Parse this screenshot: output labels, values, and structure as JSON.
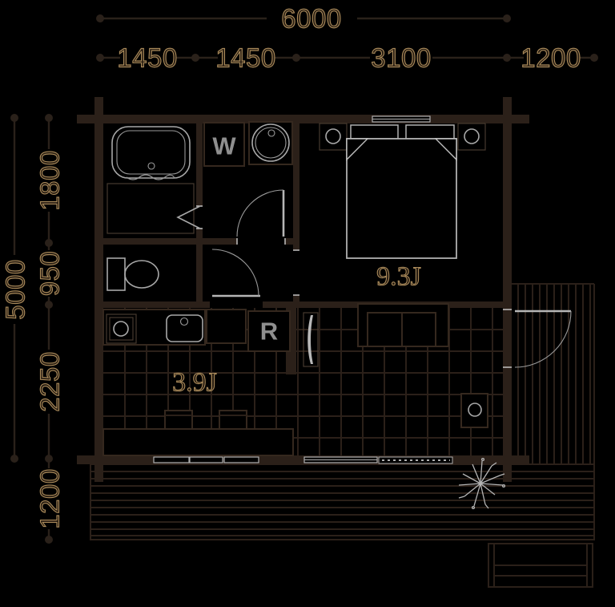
{
  "plan": {
    "type": "floor-plan",
    "unit": "mm"
  },
  "colors": {
    "background": "#000000",
    "wall": "#2b2019",
    "fixture_gray": "#a8a8a8",
    "dimension_gold": "#a8895a",
    "appliance_gray": "#8f8f8f"
  },
  "dimensions_top": {
    "overall": "6000",
    "segments": [
      "1450",
      "1450",
      "3100",
      "1200"
    ]
  },
  "dimensions_left": {
    "overall": "5000",
    "segments": [
      "1800",
      "950",
      "2250",
      "1200"
    ]
  },
  "rooms": {
    "bedroom_label": "9.3J",
    "kitchen_label": "3.9J"
  },
  "appliances": {
    "washer_label": "W",
    "fridge_label": "R"
  }
}
